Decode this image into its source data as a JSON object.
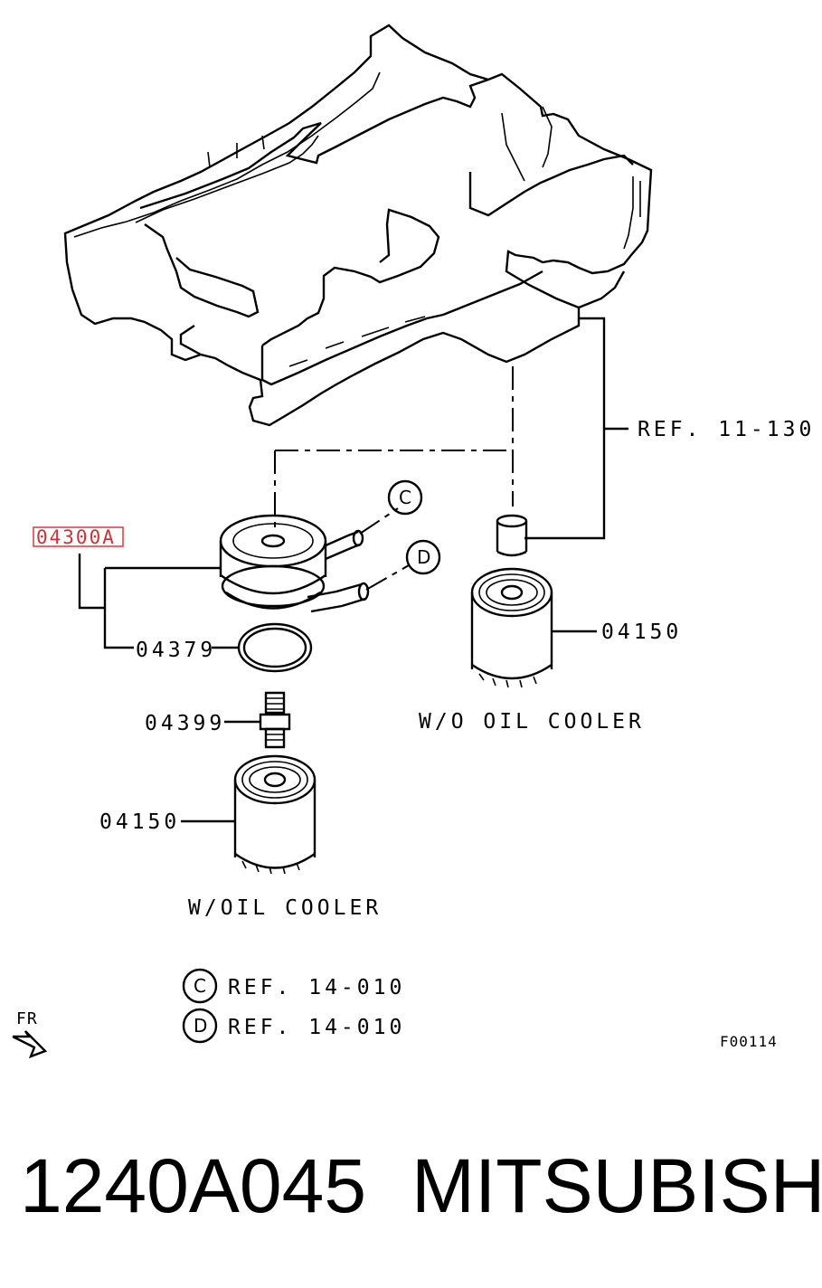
{
  "diagram": {
    "part_highlight": "04300A",
    "labels": {
      "ref_11_130": "REF. 11-130",
      "gasket": "04379",
      "fitting": "04399",
      "filter_with_cooler": "04150",
      "filter_without_cooler": "04150",
      "caption_without_cooler": "W/O OIL COOLER",
      "caption_with_cooler": "W/OIL COOLER",
      "callout_c": "C",
      "callout_d": "D",
      "legend_c_letter": "C",
      "legend_c_ref": "REF. 14-010",
      "legend_d_letter": "D",
      "legend_d_ref": "REF. 14-010",
      "front_marker": "FR",
      "figure_code": "F00114"
    },
    "highlight_color": "#d93b3b"
  },
  "footer": {
    "part_number": "1240A045",
    "brand": "MITSUBISHI"
  }
}
